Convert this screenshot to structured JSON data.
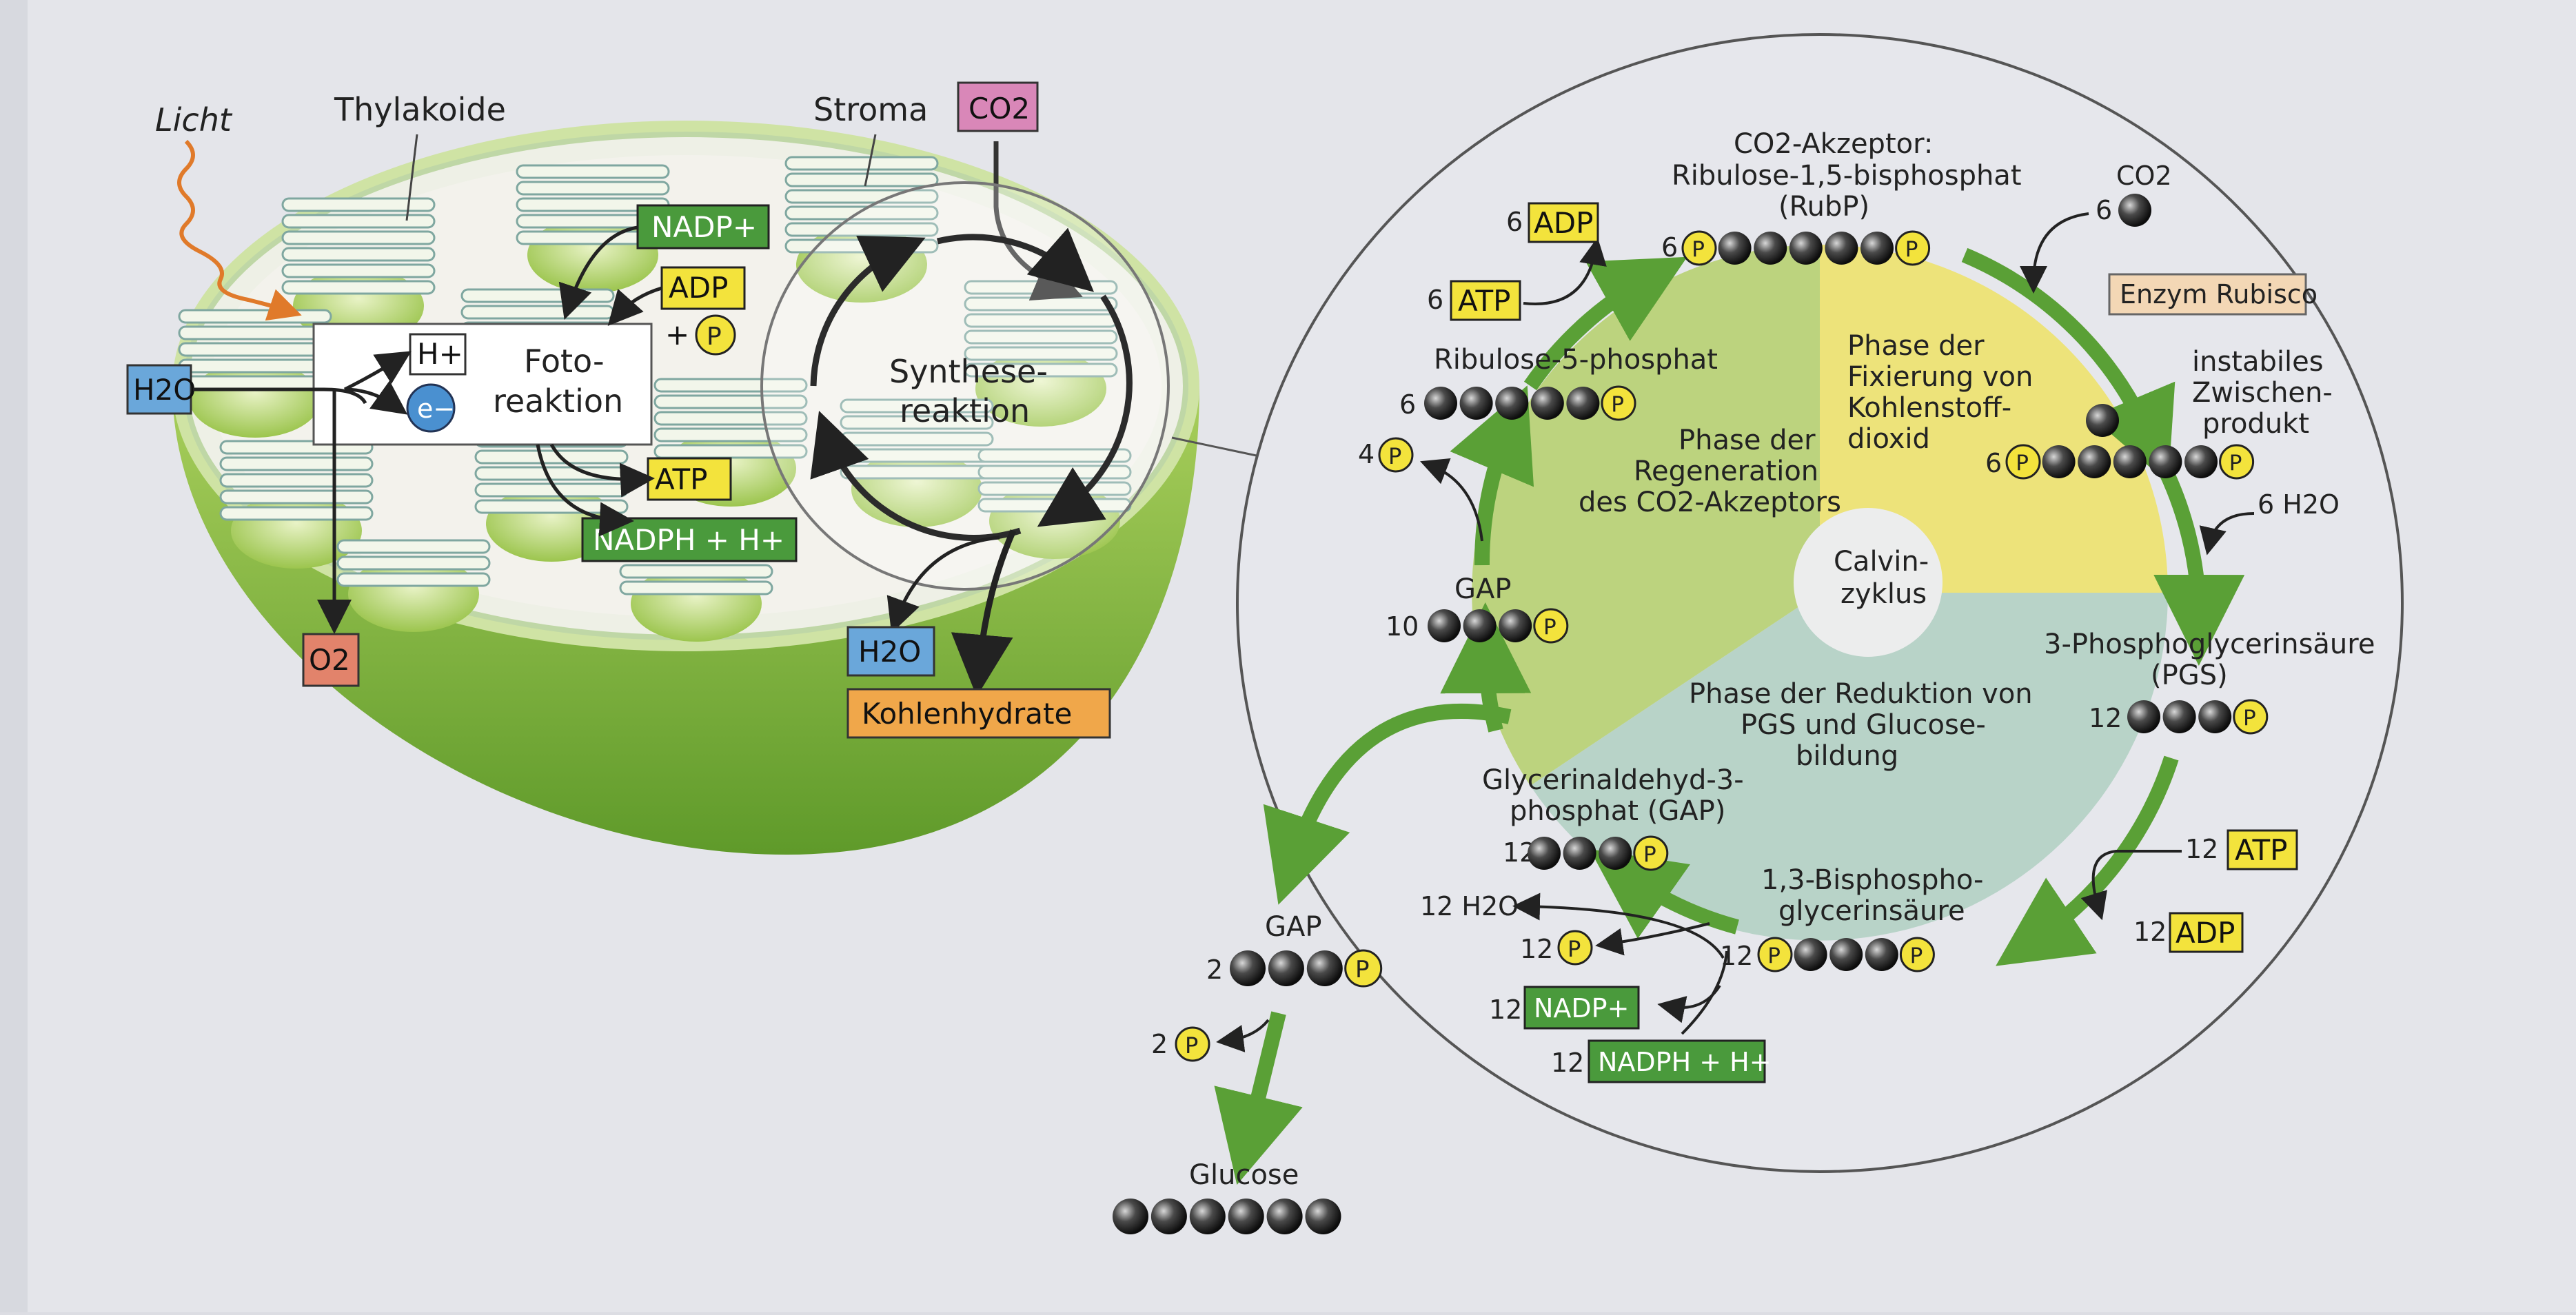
{
  "chloroplast": {
    "licht": "Licht",
    "thylakoide": "Thylakoide",
    "stroma": "Stroma",
    "co2": "CO2",
    "h2o_in": "H2O",
    "o2": "O2",
    "h_plus": "H+",
    "electron": "e−",
    "fotoreaktion": [
      "Foto-",
      "reaktion"
    ],
    "synthesereaktion": [
      "Synthese-",
      "reaktion"
    ],
    "nadp": "NADP+",
    "adp": "ADP",
    "plus": "+",
    "p": "P",
    "atp": "ATP",
    "nadph": "NADPH + H+",
    "h2o_out": "H2O",
    "kohlenhydrate": "Kohlenhydrate"
  },
  "calvin": {
    "center": [
      "Calvin-",
      "zyklus"
    ],
    "phase_fixierung": [
      "Phase der",
      "Fixierung von",
      "Kohlenstoff-",
      "dioxid"
    ],
    "phase_regeneration": [
      "Phase der",
      "Regeneration",
      "des CO2-Akzeptors"
    ],
    "phase_reduktion": [
      "Phase der Reduktion von",
      "PGS und Glucose-",
      "bildung"
    ],
    "co2_akzeptor": [
      "CO2-Akzeptor:",
      "Ribulose-1,5-bisphosphat",
      "(RubP)"
    ],
    "co2_label": "CO2",
    "co2_count": "6",
    "enzym": "Enzym Rubisco",
    "instabil": [
      "instabiles",
      "Zwischen-",
      "produkt"
    ],
    "rubp_count": "6",
    "instabil_count": "6",
    "h2o_6": "6 H2O",
    "pgs_label": [
      "3-Phosphoglycerinsäure",
      "(PGS)"
    ],
    "pgs_count": "12",
    "atp12_count": "12",
    "atp12": "ATP",
    "adp12_count": "12",
    "adp12": "ADP",
    "bpg_label": [
      "1,3-Bisphospho-",
      "glycerinsäure"
    ],
    "bpg_count": "12",
    "h2o12": "12 H2O",
    "p12_count": "12",
    "nadp12_count": "12",
    "nadp12": "NADP+",
    "nadph12_count": "12",
    "nadph12": "NADPH + H+",
    "gap12_label": [
      "Glycerinaldehyd-3-",
      "phosphat (GAP)"
    ],
    "gap12_count": "12",
    "gap10_label": "GAP",
    "gap10_count": "10",
    "p4_count": "4",
    "ru5p_label": "Ribulose-5-phosphat",
    "ru5p_count": "6",
    "atp6_count": "6",
    "atp6": "ATP",
    "adp6_count": "6",
    "adp6": "ADP",
    "gap2_label": "GAP",
    "gap2_count": "2",
    "p2_count": "2",
    "glucose": "Glucose"
  },
  "colors": {
    "atp_yellow": "#f3e33c",
    "nadp_green": "#4a9a3c",
    "h2o_blue": "#6aa7da",
    "co2_pink": "#d987b8",
    "o2_red": "#e2836b",
    "kohlenhydrate_orange": "#f0a74a",
    "rubisco_beige": "#f3d7b5",
    "arrow_green": "#5aa036"
  }
}
